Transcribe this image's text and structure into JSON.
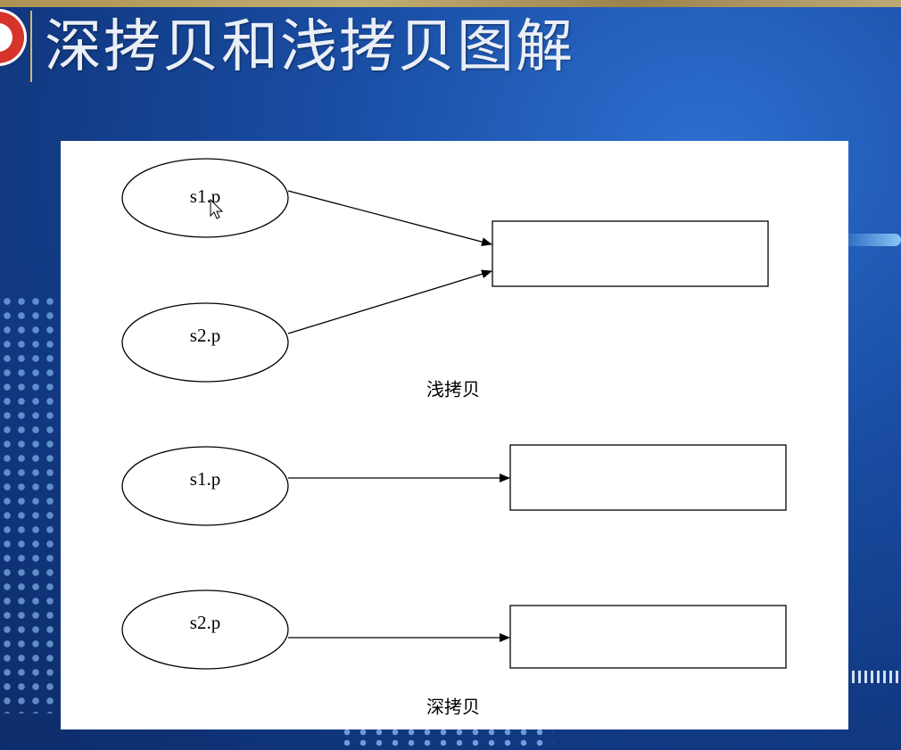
{
  "title": "深拷贝和浅拷贝图解",
  "shallow": {
    "caption": "浅拷贝",
    "node1_label": "s1.p",
    "node2_label": "s2.p"
  },
  "deep": {
    "caption": "深拷贝",
    "node1_label": "s1.p",
    "node2_label": "s2.p"
  }
}
